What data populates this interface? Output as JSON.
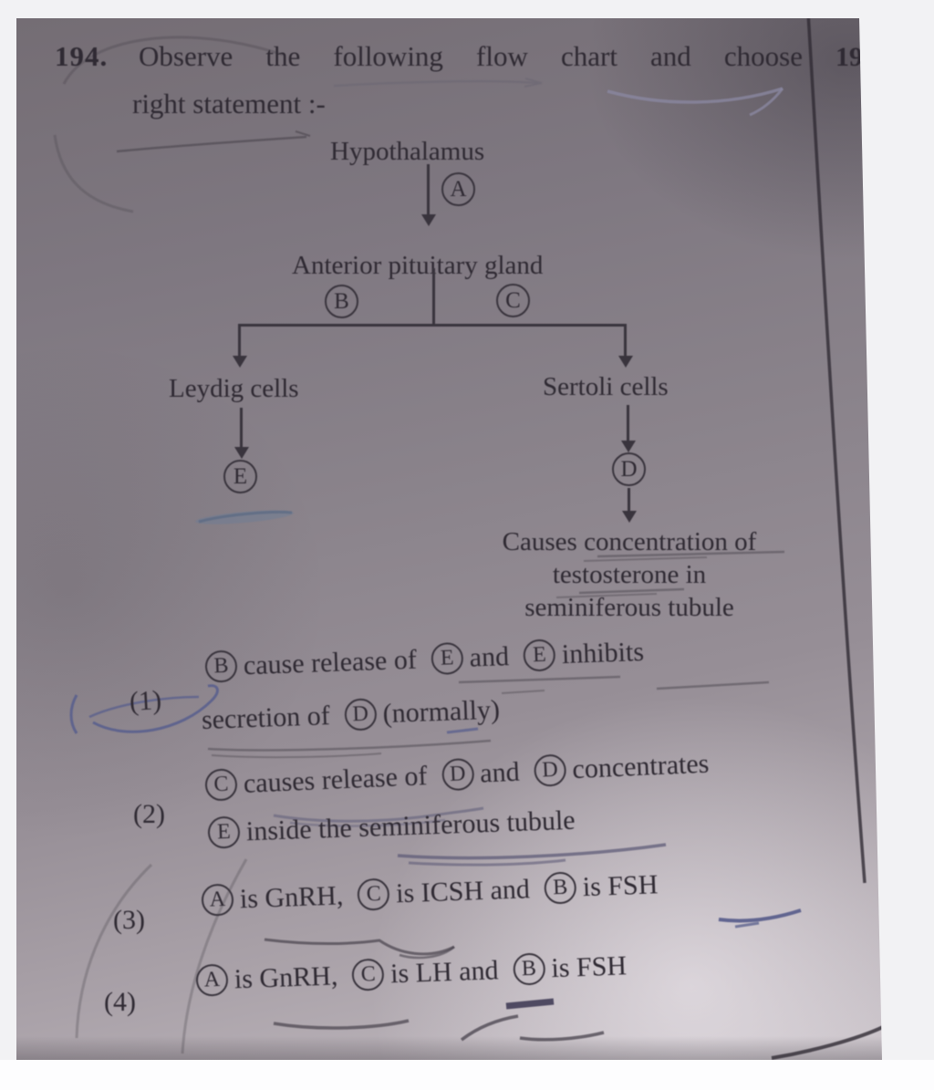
{
  "colors": {
    "paper_dark": "#6a646b",
    "paper_mid": "#8b848b",
    "paper_light": "#c9c2c8",
    "ink": "#2f2a33",
    "pen_blue": "#545b8d",
    "pencil_gray": "#57515a",
    "margin": "#f2f2f4"
  },
  "question": {
    "number": "194.",
    "line1": "Observe the following flow chart and choose",
    "line2": "right statement :-"
  },
  "page_fragment": "19",
  "flowchart": {
    "nodes": {
      "hypothalamus": "Hypothalamus",
      "anterior_pituitary": "Anterior pituitary gland",
      "leydig": "Leydig cells",
      "sertoli": "Sertoli cells",
      "result_line1": "Causes concentration of",
      "result_line2": "testosterone in",
      "result_line3": "seminiferous tubule"
    },
    "labels": {
      "a": "A",
      "b": "B",
      "c": "C",
      "d": "D",
      "e": "E"
    }
  },
  "options": [
    {
      "number": "(1)",
      "line1": [
        {
          "t": "B",
          "circle": true
        },
        {
          "t": "cause release of",
          "circle": false
        },
        {
          "t": "E",
          "circle": true
        },
        {
          "t": "and",
          "circle": false
        },
        {
          "t": "E",
          "circle": true
        },
        {
          "t": "inhibits",
          "circle": false
        }
      ],
      "line2": [
        {
          "t": "secretion of",
          "circle": false
        },
        {
          "t": "D",
          "circle": true
        },
        {
          "t": "(normally)",
          "circle": false
        }
      ]
    },
    {
      "number": "(2)",
      "line1": [
        {
          "t": "C",
          "circle": true
        },
        {
          "t": "causes release of",
          "circle": false
        },
        {
          "t": "D",
          "circle": true
        },
        {
          "t": "and",
          "circle": false
        },
        {
          "t": "D",
          "circle": true
        },
        {
          "t": "concentrates",
          "circle": false
        }
      ],
      "line2": [
        {
          "t": "E",
          "circle": true
        },
        {
          "t": "inside the seminiferous tubule",
          "circle": false
        }
      ]
    },
    {
      "number": "(3)",
      "line1": [
        {
          "t": "A",
          "circle": true
        },
        {
          "t": "is GnRH,",
          "circle": false
        },
        {
          "t": "C",
          "circle": true
        },
        {
          "t": "is ICSH and",
          "circle": false
        },
        {
          "t": "B",
          "circle": true
        },
        {
          "t": "is FSH",
          "circle": false
        }
      ]
    },
    {
      "number": "(4)",
      "line1": [
        {
          "t": "A",
          "circle": true
        },
        {
          "t": "is GnRH,",
          "circle": false
        },
        {
          "t": "C",
          "circle": true
        },
        {
          "t": "is LH and",
          "circle": false
        },
        {
          "t": "B",
          "circle": true
        },
        {
          "t": "is FSH",
          "circle": false
        }
      ]
    }
  ]
}
